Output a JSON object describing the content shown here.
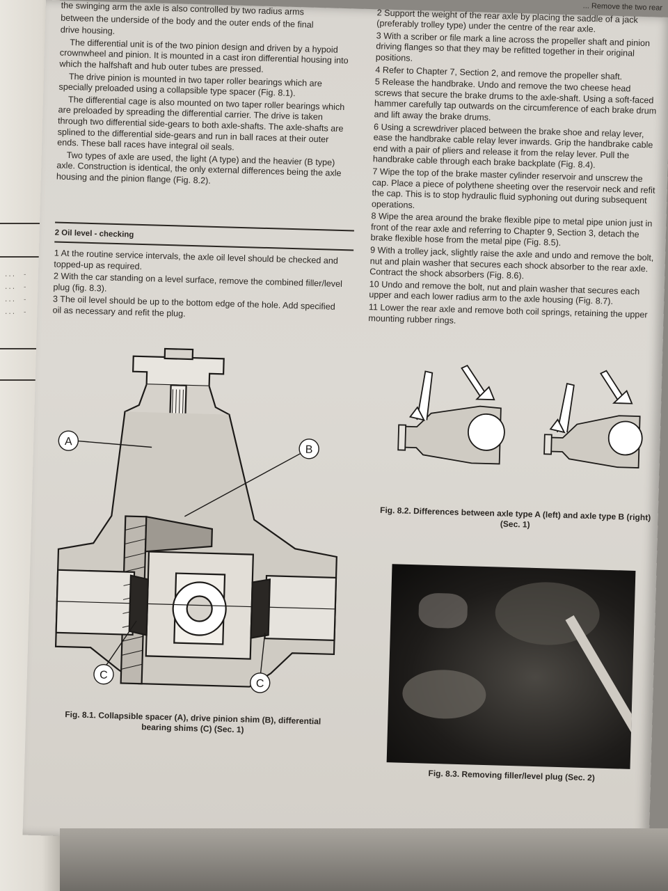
{
  "left_column": {
    "intro_lines": [
      "the swinging arm the axle is also controlled by two radius arms",
      "between the underside of the body and the outer ends of the final",
      "drive housing."
    ],
    "paragraphs": [
      "The differential unit is of the two pinion design and driven by a hypoid crownwheel and pinion. It is mounted in a cast iron differential housing into which the halfshaft and hub outer tubes are pressed.",
      "The drive pinion is mounted in two taper roller bearings which are specially preloaded using a collapsible type spacer (Fig. 8.1).",
      "The differential cage is also mounted on two taper roller bearings which are preloaded by spreading the differential carrier. The drive is taken through two differential side-gears to both axle-shafts. The axle-shafts are splined to the differential side-gears and run in ball races at their outer ends. These ball races have integral oil seals.",
      "Two types of axle are used, the light (A type) and the heavier (B type) axle. Construction is identical, the only external differences being the axle housing and the pinion flange (Fig. 8.2)."
    ]
  },
  "section2": {
    "heading": "2  Oil level - checking",
    "steps": [
      "1  At the routine service intervals, the axle oil level should be checked and topped-up as required.",
      "2  With the car standing on a level surface, remove the combined filler/level plug (fig. 8.3).",
      "3  The oil level should be up to the bottom edge of the hole. Add specified oil as necessary and refit the plug."
    ]
  },
  "right_column": {
    "top_fragment": "... Remove the two rear",
    "steps": [
      "2  Support the weight of the rear axle by placing the saddle of a jack (preferably trolley type) under the centre of the rear axle.",
      "3  With a scriber or file mark a line across the propeller shaft and pinion driving flanges so that they may be refitted together in their original positions.",
      "4  Refer to Chapter 7, Section 2, and remove the propeller shaft.",
      "5  Release the handbrake. Undo and remove the two cheese head screws that secure the brake drums to the axle-shaft. Using a soft-faced hammer carefully tap outwards on the circumference of each brake drum and lift away the brake drums.",
      "6  Using a screwdriver placed between the brake shoe and relay lever, ease the handbrake cable relay lever inwards. Grip the handbrake cable end with a pair of pliers and release it from the relay lever. Pull the handbrake cable through each brake backplate (Fig. 8.4).",
      "7  Wipe the top of the brake master cylinder reservoir and unscrew the cap. Place a piece of polythene sheeting over the reservoir neck and refit the cap. This is to stop hydraulic fluid syphoning out during subsequent operations.",
      "8  Wipe the area around the brake flexible pipe to metal pipe union just in front of the rear axle and referring to Chapter 9, Section 3, detach the brake flexible hose from the metal pipe (Fig. 8.5).",
      "9  With a trolley jack, slightly raise the axle and undo and remove the bolt, nut and plain washer that secures each shock absorber to the rear axle. Contract the shock absorbers (Fig. 8.6).",
      "10  Undo and remove the bolt, nut and plain washer that secures each upper and each lower radius arm to the axle housing (Fig. 8.7).",
      "11  Lower the rear axle and remove both coil springs, retaining the upper mounting rubber rings."
    ]
  },
  "figures": {
    "fig81": {
      "caption": "Fig. 8.1. Collapsible spacer (A), drive pinion shim (B), differential bearing shims (C) (Sec. 1)",
      "labels": [
        "A",
        "B",
        "C",
        "C"
      ]
    },
    "fig82": {
      "caption": "Fig. 8.2. Differences between axle type A (left) and axle type B (right) (Sec. 1)"
    },
    "fig83": {
      "caption": "Fig. 8.3. Removing filler/level plug (Sec. 2)"
    }
  }
}
